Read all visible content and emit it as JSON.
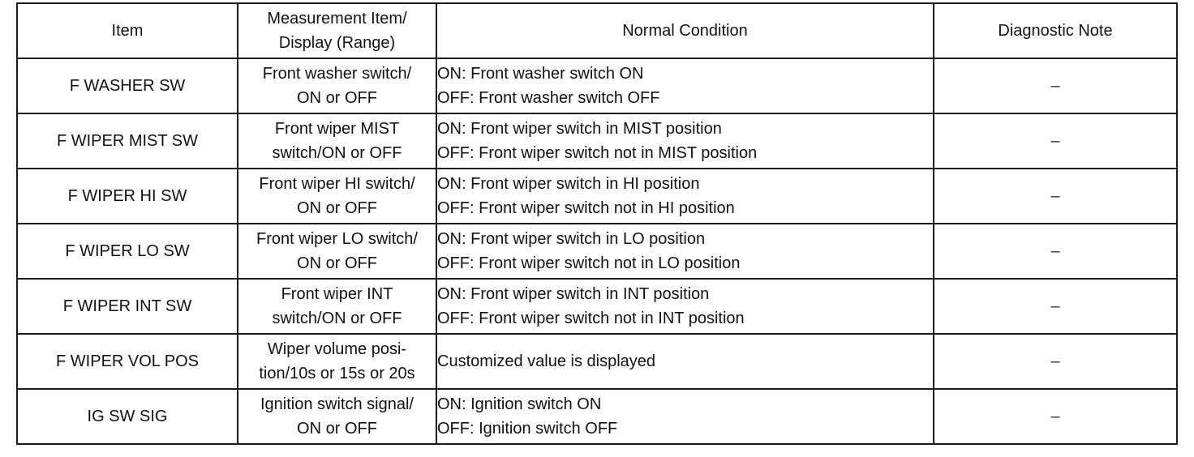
{
  "table": {
    "headers": {
      "item": "Item",
      "measurement_line1": "Measurement Item/",
      "measurement_line2": "Display (Range)",
      "normal_condition": "Normal Condition",
      "diagnostic_note": "Diagnostic Note"
    },
    "rows": [
      {
        "item": "F WASHER SW",
        "measurement": [
          "Front washer switch/",
          "ON or OFF"
        ],
        "condition": [
          "ON: Front washer switch ON",
          "OFF: Front washer switch OFF"
        ],
        "note": "–"
      },
      {
        "item": "F WIPER MIST SW",
        "measurement": [
          "Front wiper MIST",
          "switch/ON or OFF"
        ],
        "condition": [
          "ON: Front wiper switch in MIST position",
          "OFF: Front wiper switch not in MIST position"
        ],
        "note": "–"
      },
      {
        "item": "F WIPER HI SW",
        "measurement": [
          "Front wiper HI switch/",
          "ON or OFF"
        ],
        "condition": [
          "ON: Front wiper switch in HI position",
          "OFF: Front wiper switch not in HI position"
        ],
        "note": "–"
      },
      {
        "item": "F WIPER LO SW",
        "measurement": [
          "Front wiper LO switch/",
          "ON or OFF"
        ],
        "condition": [
          "ON: Front wiper switch in LO position",
          "OFF: Front wiper switch not in LO position"
        ],
        "note": "–"
      },
      {
        "item": "F WIPER INT SW",
        "measurement": [
          "Front wiper INT",
          "switch/ON or OFF"
        ],
        "condition": [
          "ON: Front wiper switch in INT position",
          "OFF: Front wiper switch not in INT position"
        ],
        "note": "–"
      },
      {
        "item": "F WIPER VOL POS",
        "measurement": [
          "Wiper volume posi-",
          "tion/10s or 15s or 20s"
        ],
        "condition": [
          "Customized value is displayed"
        ],
        "note": "–"
      },
      {
        "item": "IG SW SIG",
        "measurement": [
          "Ignition switch signal/",
          "ON or OFF"
        ],
        "condition": [
          "ON: Ignition switch ON",
          "OFF: Ignition switch OFF"
        ],
        "note": "–"
      }
    ]
  }
}
